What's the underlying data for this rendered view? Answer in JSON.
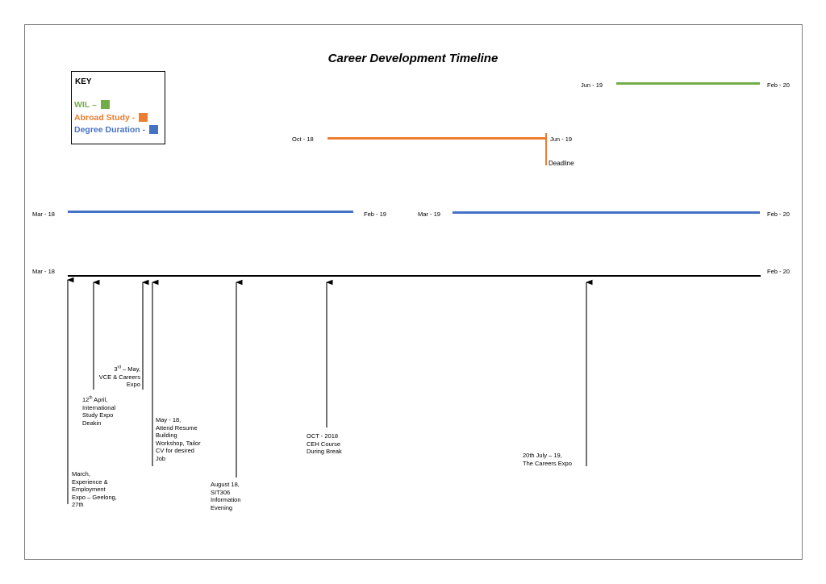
{
  "title": "Career Development Timeline",
  "key": {
    "title": "KEY",
    "items": [
      {
        "label": "WIL –",
        "color": "#70ad47"
      },
      {
        "label": "Abroad Study -",
        "color": "#ed7d31"
      },
      {
        "label": "Degree Duration -",
        "color": "#4472c4"
      }
    ]
  },
  "wil": {
    "start": "Jun - 19",
    "end": "Feb - 20"
  },
  "abroad": {
    "start": "Oct - 18",
    "end": "Jun - 19",
    "note": "Deadline"
  },
  "degree": [
    {
      "start": "Mar - 18",
      "end": "Feb - 19"
    },
    {
      "start": "Mar - 19",
      "end": "Feb - 20"
    }
  ],
  "main": {
    "start": "Mar - 18",
    "end": "Feb - 20"
  },
  "events": [
    {
      "lines": [
        "March,",
        "Experience &",
        "Employment",
        "Expo – Geelong,",
        "27th"
      ]
    },
    {
      "lines": [
        "12th April,",
        "International",
        "Study Expo",
        "Deakin"
      ]
    },
    {
      "lines": [
        "3rd – May,",
        "VCE & Careers",
        "Expo"
      ]
    },
    {
      "lines": [
        "May - 18,",
        "Attend Resume",
        "Building",
        "Workshop, Tailor",
        "CV for desired",
        "Job"
      ]
    },
    {
      "lines": [
        "August 18,",
        "SIT306",
        "Information",
        "Evening"
      ]
    },
    {
      "lines": [
        "OCT - 2018",
        "CEH Course",
        "During Break"
      ]
    },
    {
      "lines": [
        "20th July – 19,",
        "The Careers Expo"
      ]
    }
  ]
}
